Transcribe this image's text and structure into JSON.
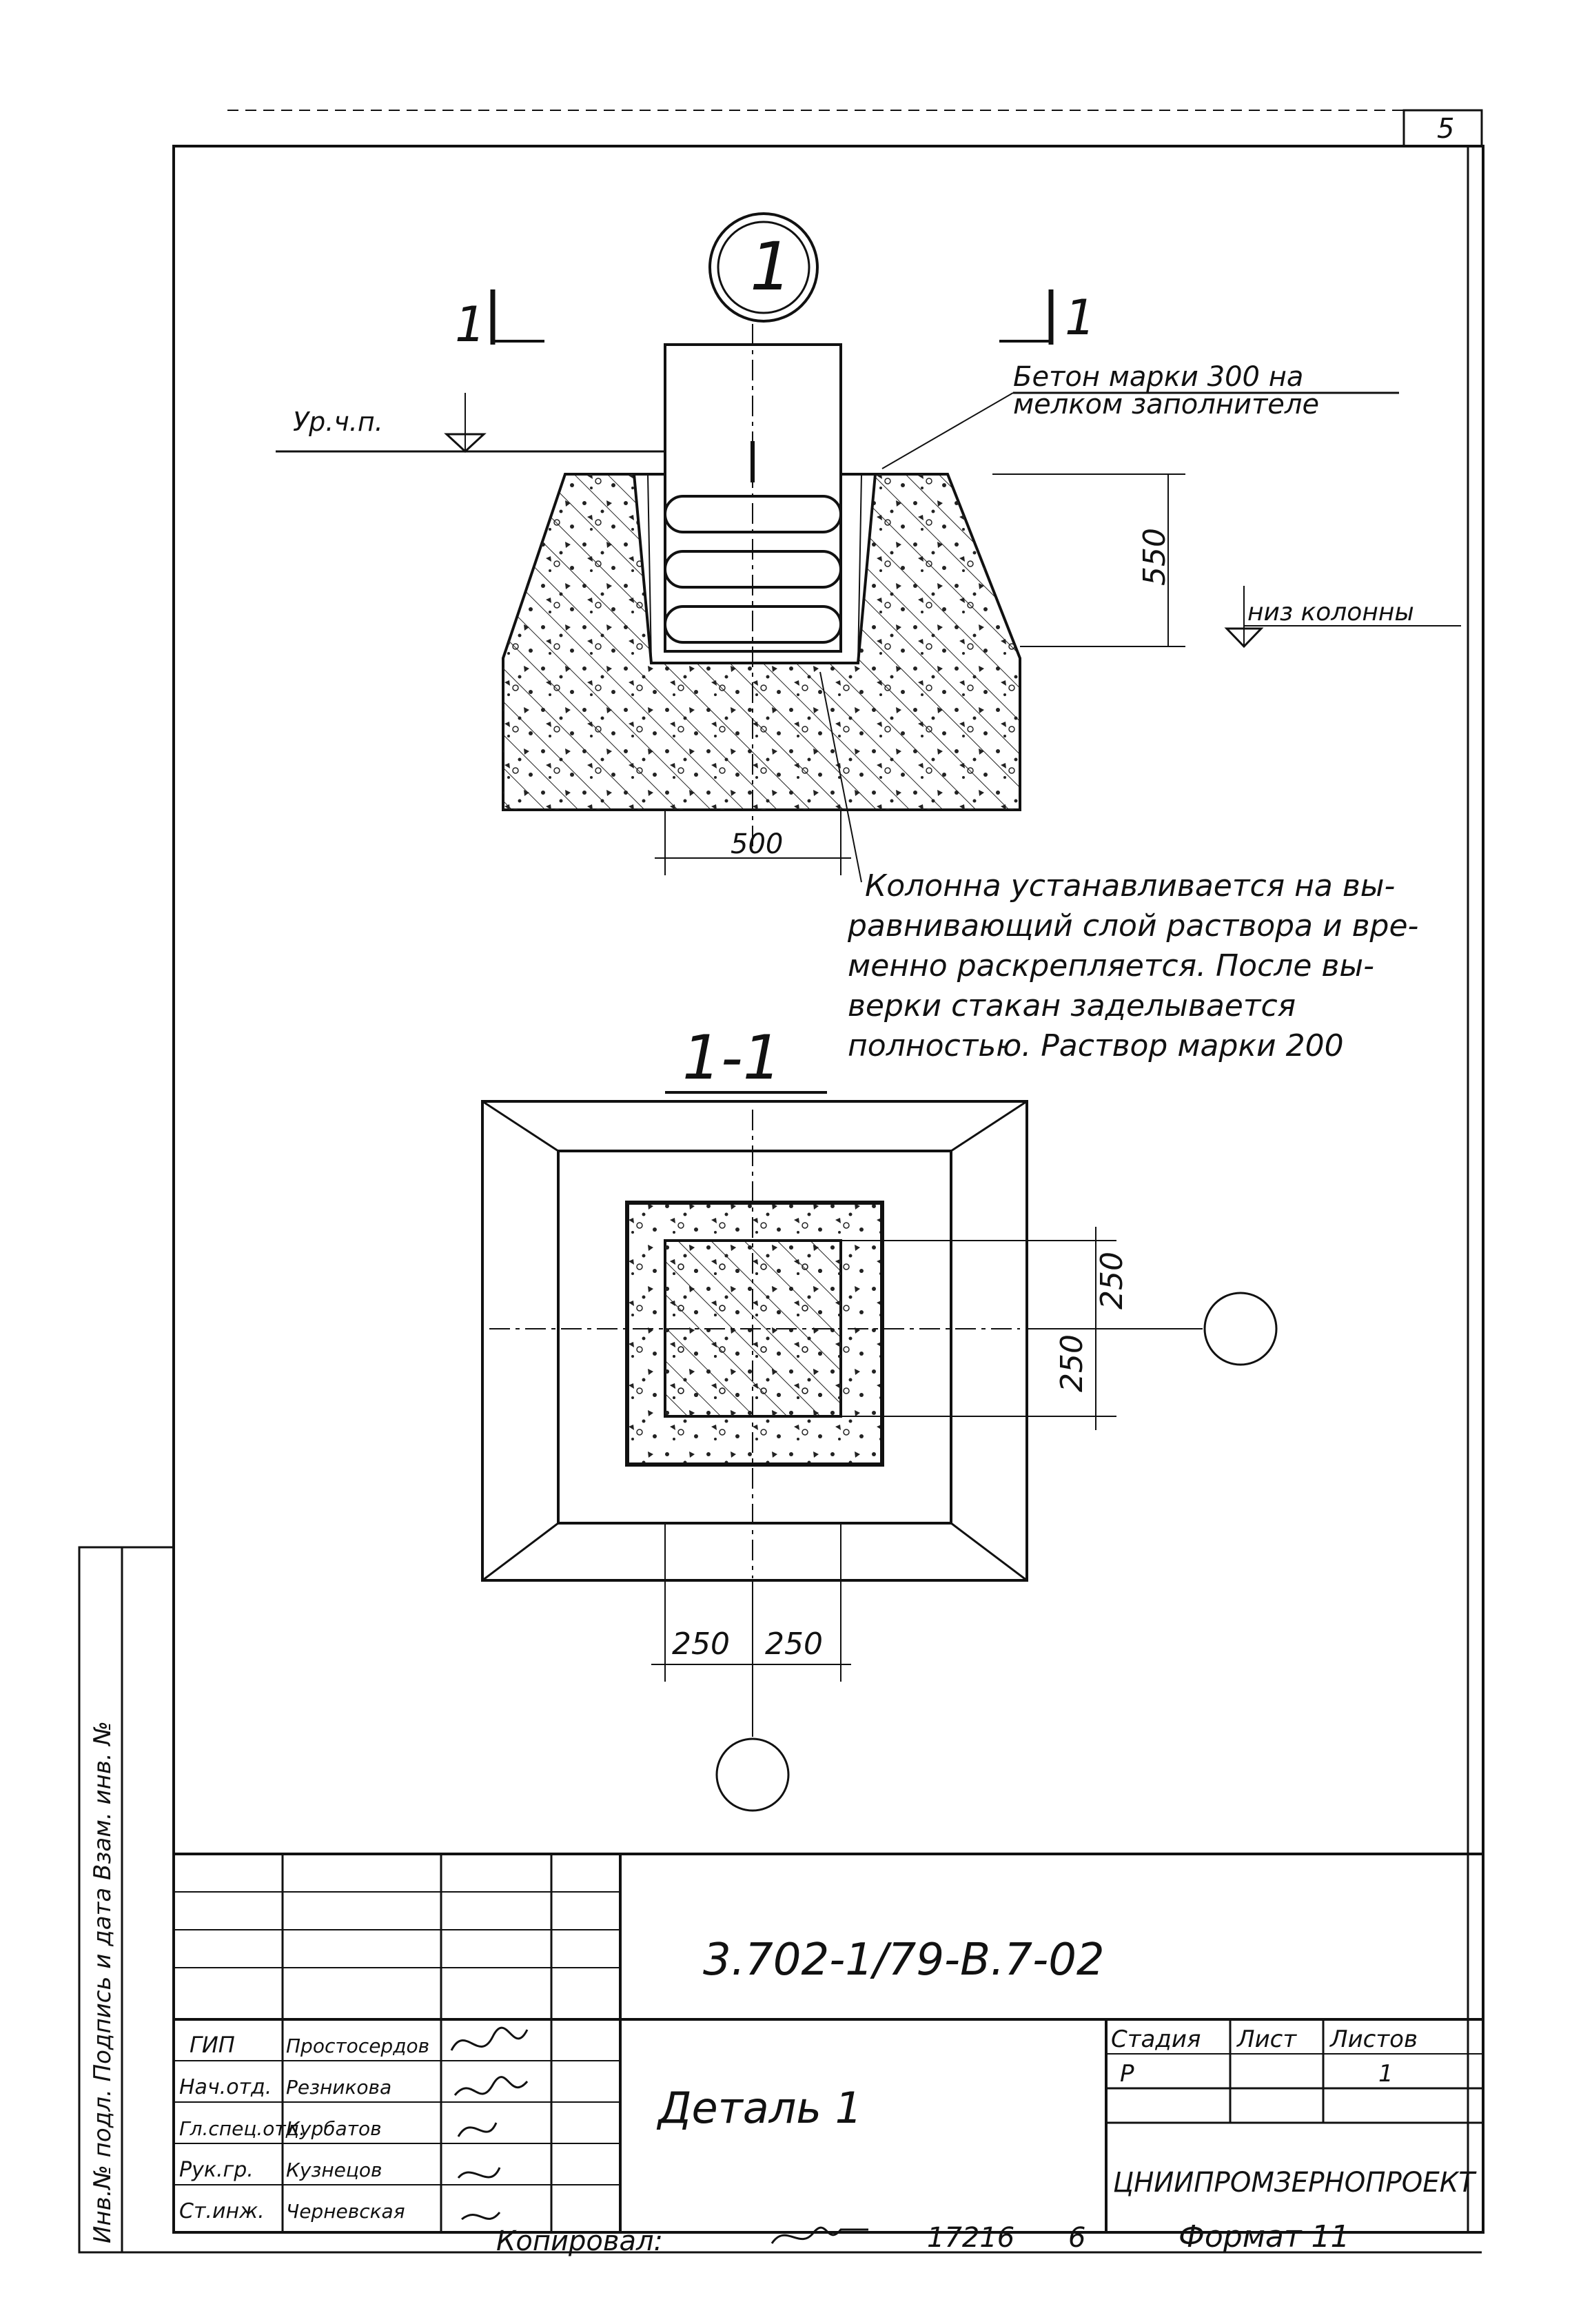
{
  "sheet": {
    "sheet_number": "5",
    "detail_marker": "1",
    "section_marker_left": "1",
    "section_marker_right": "1",
    "section_title": "1-1"
  },
  "annotations": {
    "ground_level": "Ур.ч.п.",
    "concrete_note_line1": "Бетон марки 300 на",
    "concrete_note_line2": "мелком заполнителе",
    "dim_depth": "550",
    "column_bottom": "низ колонны",
    "dim_500": "500",
    "install_note_lines": [
      "Колонна устанавливается на вы-",
      "равнивающий слой раствора и вре-",
      "менно раскрепляется. После вы-",
      "верки стакан заделывается",
      "полностью. Раствор марки 200"
    ]
  },
  "plan_dims": {
    "right_upper": "250",
    "right_lower": "250",
    "bottom_left": "250",
    "bottom_right": "250"
  },
  "side_stamp": {
    "text": "Инв.№ подл. Подпись и дата Взам. инв. №"
  },
  "title_block": {
    "doc_code": "3.702-1/79-В.7-02",
    "title": "Деталь 1",
    "roles": [
      "ГИП",
      "Нач.отд.",
      "Гл.спец.отд.",
      "Рук.гр.",
      "Ст.инж."
    ],
    "names": [
      "Простосердов",
      "Резникова",
      "Курбатов",
      "Кузнецов",
      "Черневская"
    ],
    "stage_label": "Стадия",
    "sheet_label": "Лист",
    "sheets_label": "Листов",
    "stage_value": "Р",
    "sheets_value": "1",
    "organization": "ЦНИИПРОМЗЕРНОПРОЕКТ"
  },
  "footer": {
    "copied_by": "Копировал:",
    "order_number": "17216",
    "sheet_index": "6",
    "format": "Формат 11"
  }
}
